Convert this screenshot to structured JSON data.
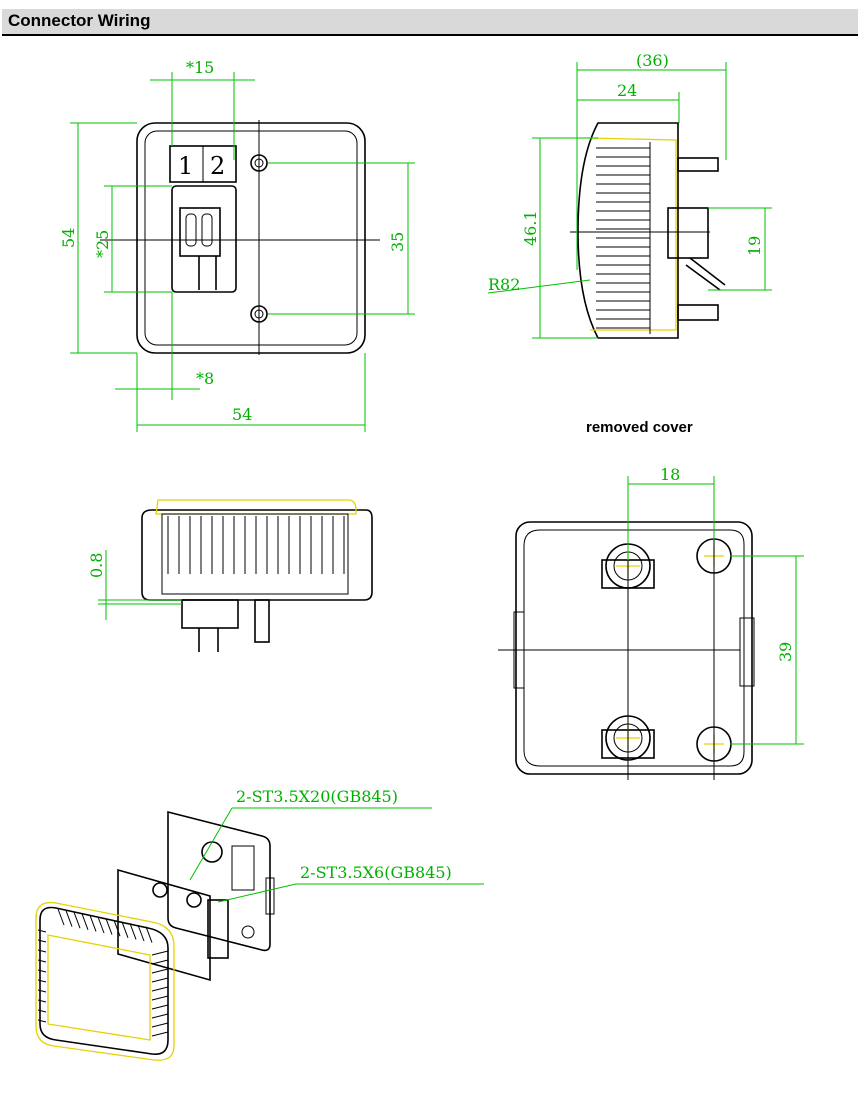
{
  "header": {
    "title": "Connector Wiring"
  },
  "front_view": {
    "dims": {
      "terminal_pitch": "*15",
      "height": "54",
      "inner_height": "*25",
      "mount_pitch": "35",
      "pin_offset": "*8",
      "width": "54"
    },
    "terminal_labels": [
      "1",
      "2"
    ]
  },
  "side_view": {
    "dims": {
      "overall": "(36)",
      "body": "24",
      "height": "46.1",
      "radius": "R82",
      "plug": "19"
    }
  },
  "removed_cover_label": "removed cover",
  "bottom_view": {
    "dims": {
      "gap": "0.8"
    }
  },
  "cover_view": {
    "dims": {
      "screw_pitch_x": "18",
      "screw_pitch_y": "39"
    }
  },
  "exploded_view": {
    "callouts": [
      "2-ST3.5X20(GB845)",
      "2-ST3.5X6(GB845)"
    ]
  },
  "colors": {
    "dimension": "#00c000",
    "outline": "#000000",
    "highlight": "#e6d200",
    "header_bg": "#d9d9d9"
  }
}
